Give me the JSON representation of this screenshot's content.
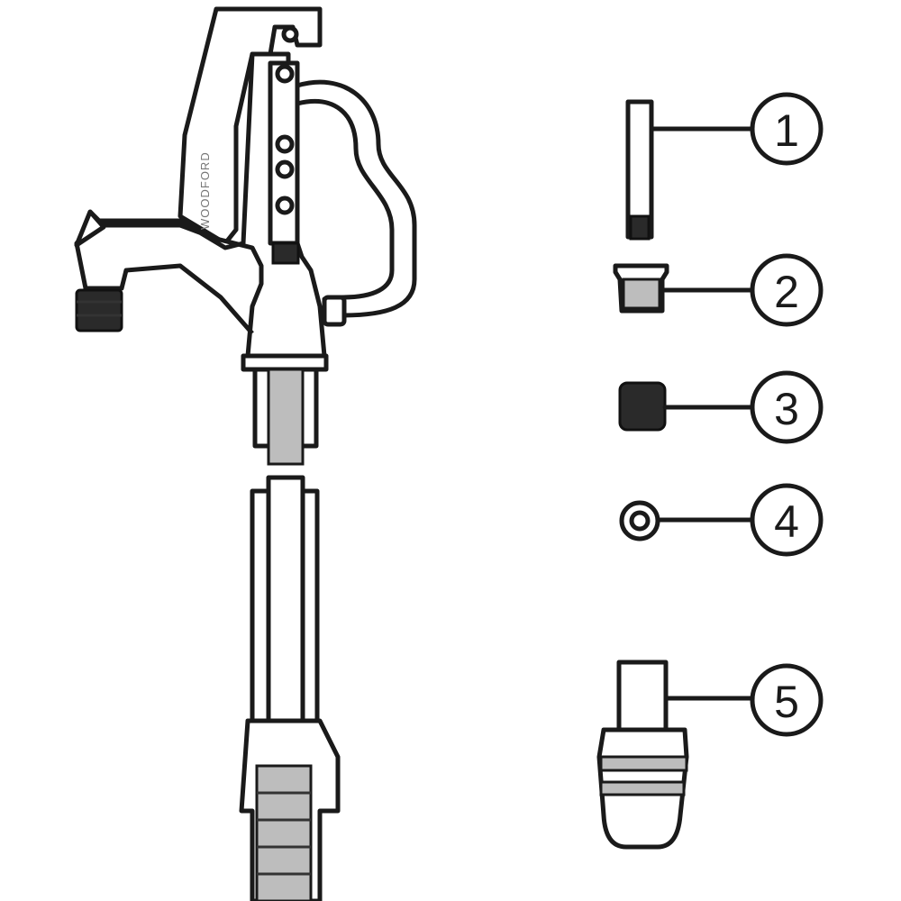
{
  "diagram": {
    "brand_lettering": "WOODFORD",
    "callouts": [
      {
        "label": "1",
        "part": "operating-rod"
      },
      {
        "label": "2",
        "part": "packing-nut"
      },
      {
        "label": "3",
        "part": "packing"
      },
      {
        "label": "4",
        "part": "washer"
      },
      {
        "label": "5",
        "part": "plunger"
      }
    ]
  }
}
